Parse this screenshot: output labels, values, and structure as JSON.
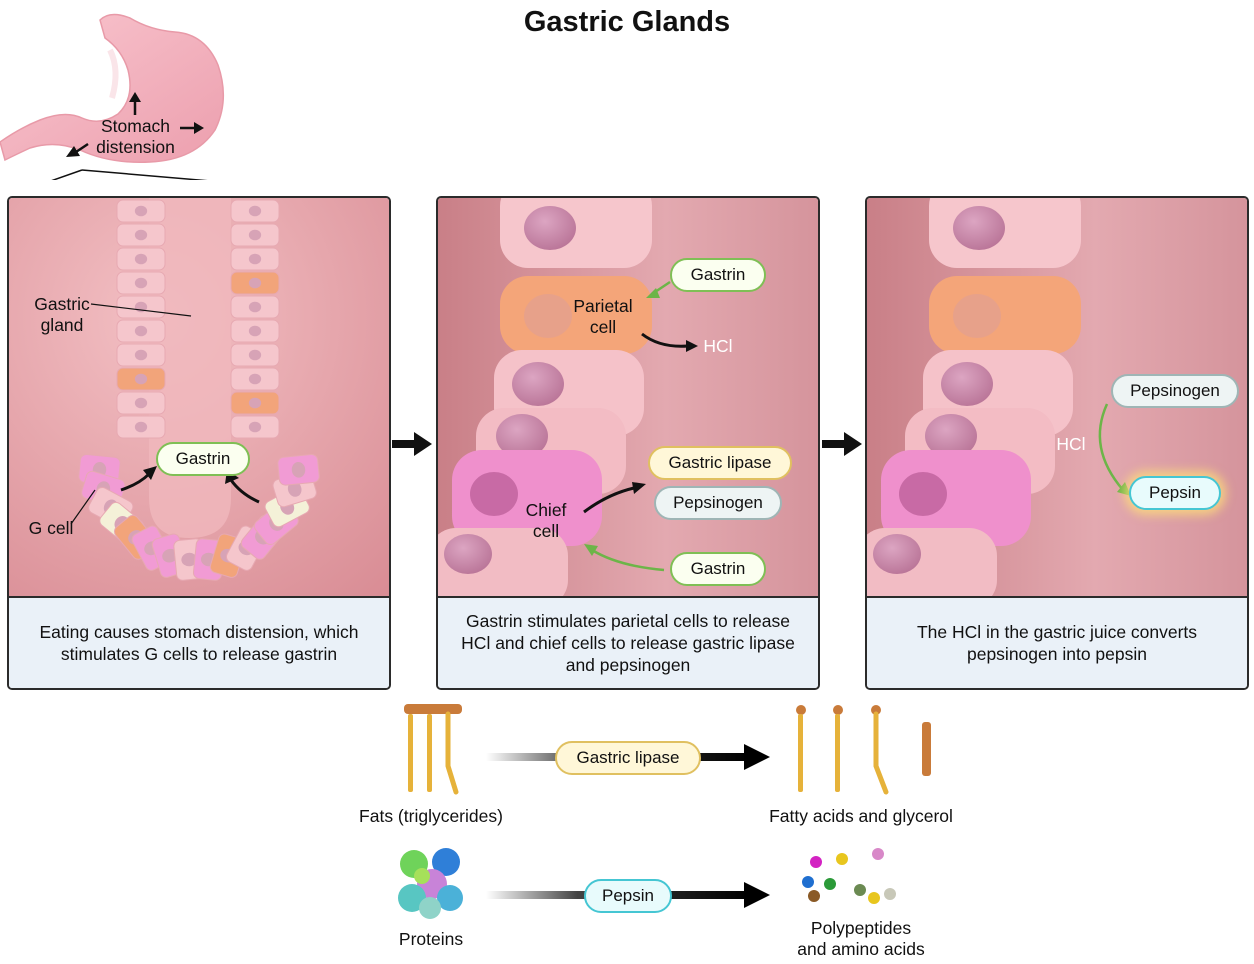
{
  "title": "Gastric Glands",
  "stomach": {
    "label_line1": "Stomach",
    "label_line2": "distension"
  },
  "panel1": {
    "gland_label_line1": "Gastric",
    "gland_label_line2": "gland",
    "gcell_label": "G cell",
    "gastrin": "Gastrin",
    "caption": "Eating causes stomach distension, which stimulates G cells to release gastrin"
  },
  "panel2": {
    "gastrin_top": "Gastrin",
    "parietal_line1": "Parietal",
    "parietal_line2": "cell",
    "hcl": "HCl",
    "gastric_lipase": "Gastric lipase",
    "pepsinogen": "Pepsinogen",
    "chief_line1": "Chief",
    "chief_line2": "cell",
    "gastrin_bottom": "Gastrin",
    "caption": "Gastrin stimulates parietal cells to release HCl and chief cells to release gastric lipase and pepsinogen"
  },
  "panel3": {
    "pepsinogen": "Pepsinogen",
    "hcl": "HCl",
    "pepsin": "Pepsin",
    "caption": "The HCl in the gastric juice converts pepsinogen into pepsin"
  },
  "reactions": {
    "fats_label": "Fats (triglycerides)",
    "lipase_label": "Gastric lipase",
    "fatty_acids_label": "Fatty acids and glycerol",
    "proteins_label": "Proteins",
    "pepsin_label": "Pepsin",
    "products_line1": "Polypeptides",
    "products_line2": "and amino acids"
  },
  "colors": {
    "gastrin_border": "#7fbf55",
    "lipase_border": "#e0c060",
    "pepsin_border": "#45c6d3",
    "parietal_cell": "#f2a47a",
    "chief_cell": "#ee86c8",
    "g_cell": "#f4f1d8"
  }
}
